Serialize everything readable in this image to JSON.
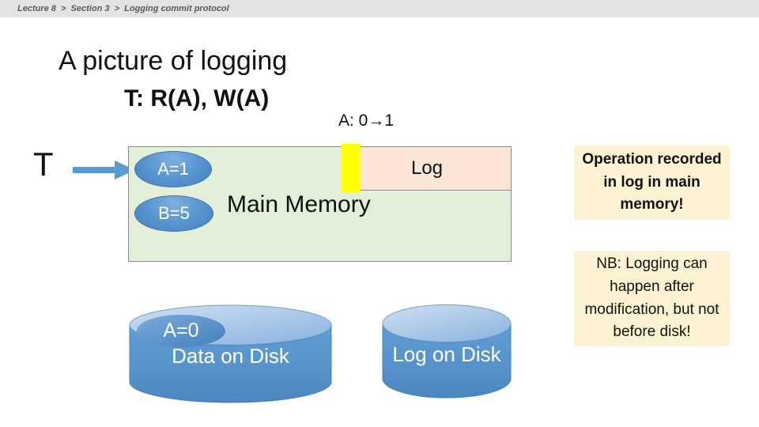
{
  "breadcrumb": "Lecture 8  >  Section 3  >  Logging commit protocol",
  "slide": {
    "title": "A picture of logging",
    "transaction_line": "T: R(A), W(A)",
    "value_change": "A: 0→1",
    "transaction_label": "T"
  },
  "memory": {
    "label": "Main Memory",
    "log_label": "Log",
    "cells": [
      {
        "value": "A=1"
      },
      {
        "value": "B=5"
      }
    ]
  },
  "callouts": [
    {
      "text": "Operation recorded in log in main memory!"
    },
    {
      "text": "NB: Logging can happen after modification, but not before disk!"
    }
  ],
  "disks": {
    "data": {
      "cell": "A=0",
      "label": "Data on Disk"
    },
    "log": {
      "label": "Log on Disk"
    }
  },
  "colors": {
    "accent_blue": "#5b9bd5",
    "memory_green": "#e2efd9",
    "log_peach": "#fbe5d6",
    "highlight_yellow": "#ffff00",
    "callout_cream": "#fdf2d2"
  }
}
